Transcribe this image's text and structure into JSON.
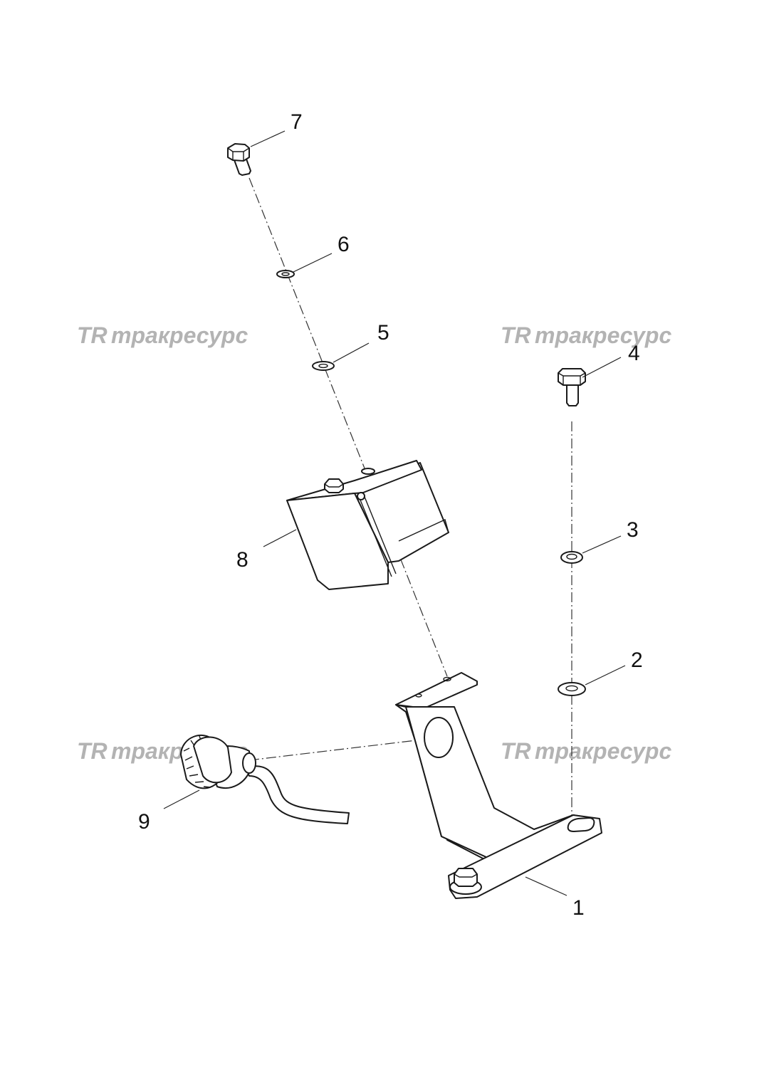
{
  "watermark": {
    "text": "тракресурс",
    "logo": "TR",
    "color": "#b3b3b3"
  },
  "callouts": [
    {
      "id": "1",
      "label": "1",
      "part": "bracket"
    },
    {
      "id": "2",
      "label": "2",
      "part": "flat-washer"
    },
    {
      "id": "3",
      "label": "3",
      "part": "spring-washer"
    },
    {
      "id": "4",
      "label": "4",
      "part": "bolt"
    },
    {
      "id": "5",
      "label": "5",
      "part": "flat-washer"
    },
    {
      "id": "6",
      "label": "6",
      "part": "spring-washer"
    },
    {
      "id": "7",
      "label": "7",
      "part": "bolt"
    },
    {
      "id": "8",
      "label": "8",
      "part": "cover"
    },
    {
      "id": "9",
      "label": "9",
      "part": "sensor"
    }
  ]
}
